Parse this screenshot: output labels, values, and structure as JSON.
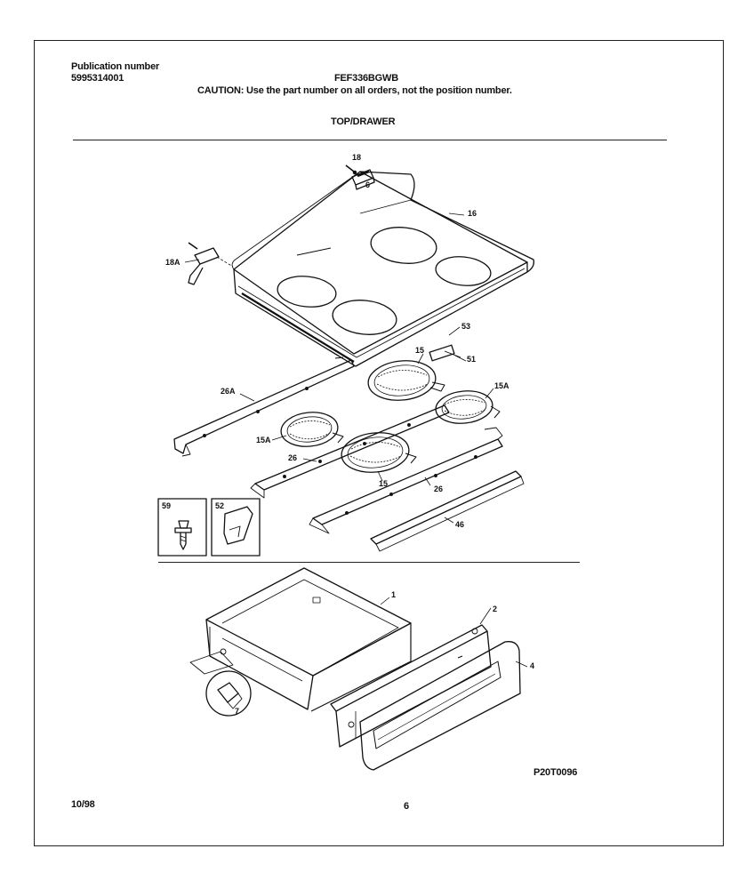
{
  "header": {
    "publication_label": "Publication number",
    "publication_number": "5995314001",
    "model": "FEF336BGWB",
    "caution": "CAUTION:  Use the part number on all orders, not the position number.",
    "section_title": "TOP/DRAWER"
  },
  "callouts": {
    "c18": "18",
    "c6": "6",
    "c16": "16",
    "c18a": "18A",
    "c53": "53",
    "c15_top": "15",
    "c51": "51",
    "c26a": "26A",
    "c15a_right": "15A",
    "c15a_left": "15A",
    "c26_left": "26",
    "c15_bottom": "15",
    "c26_right": "26",
    "c46": "46",
    "c59": "59",
    "c52": "52",
    "c1": "1",
    "c2": "2",
    "c4": "4",
    "c7": "7"
  },
  "footer": {
    "drawing_code": "P20T0096",
    "date": "10/98",
    "page": "6"
  }
}
